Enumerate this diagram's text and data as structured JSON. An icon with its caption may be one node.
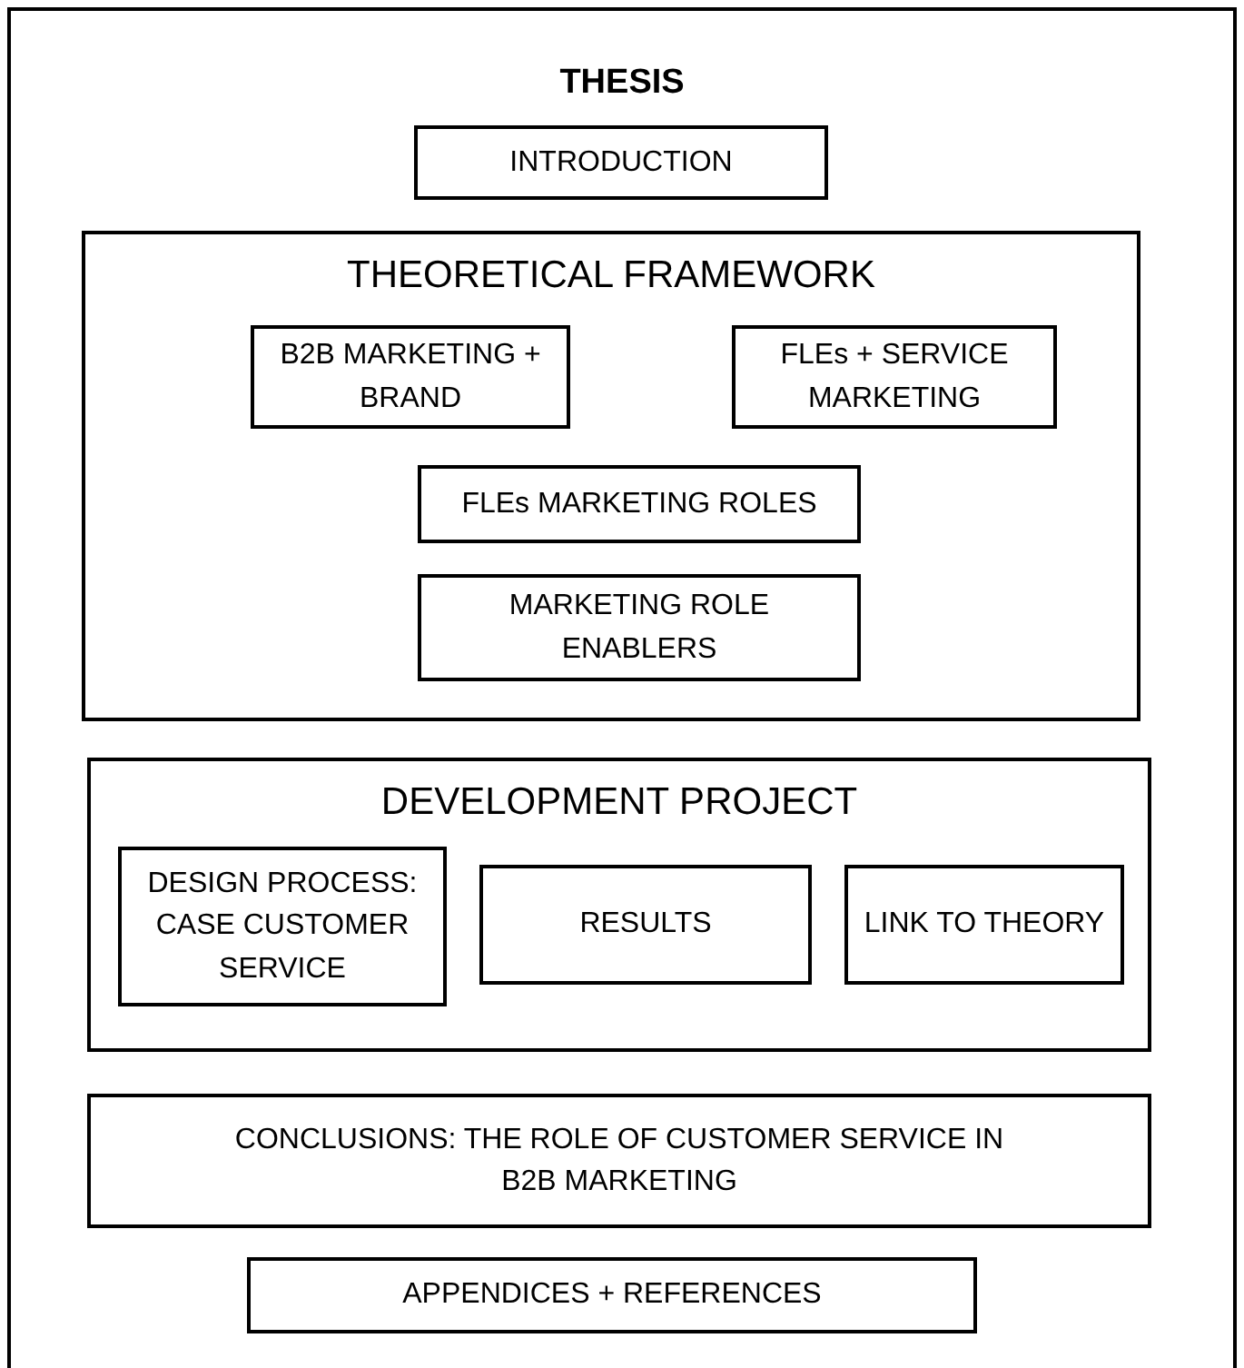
{
  "diagram": {
    "nodes": [
      {
        "text": [
          "THESIS"
        ]
      },
      {
        "text": [
          "INTRODUCTION"
        ],
        "in": 0
      },
      {
        "text": [
          "THEORETICAL FRAMEWORK"
        ],
        "in": 0
      },
      {
        "text": [
          "B2B MARKETING + BRAND"
        ],
        "in": 2
      },
      {
        "text": [
          "FLEs + SERVICE MARKETING"
        ],
        "in": 2
      },
      {
        "text": [
          "FLEs MARKETING ROLES"
        ],
        "in": 2
      },
      {
        "text": [
          "MARKETING ROLE ENABLERS"
        ],
        "in": 2
      },
      {
        "text": [
          "DEVELOPMENT PROJECT"
        ],
        "in": 0
      },
      {
        "text": [
          "DESIGN PROCESS: CASE CUSTOMER SERVICE"
        ],
        "in": 7
      },
      {
        "text": [
          "RESULTS"
        ],
        "in": 7
      },
      {
        "text": [
          "LINK TO THEORY"
        ],
        "in": 7
      },
      {
        "text": [
          "CONCLUSIONS: THE ROLE OF CUSTOMER SERVICE IN B2B MARKETING"
        ],
        "in": 0
      },
      {
        "text": [
          "APPENDICES + REFERENCES"
        ],
        "in": 0
      }
    ]
  }
}
